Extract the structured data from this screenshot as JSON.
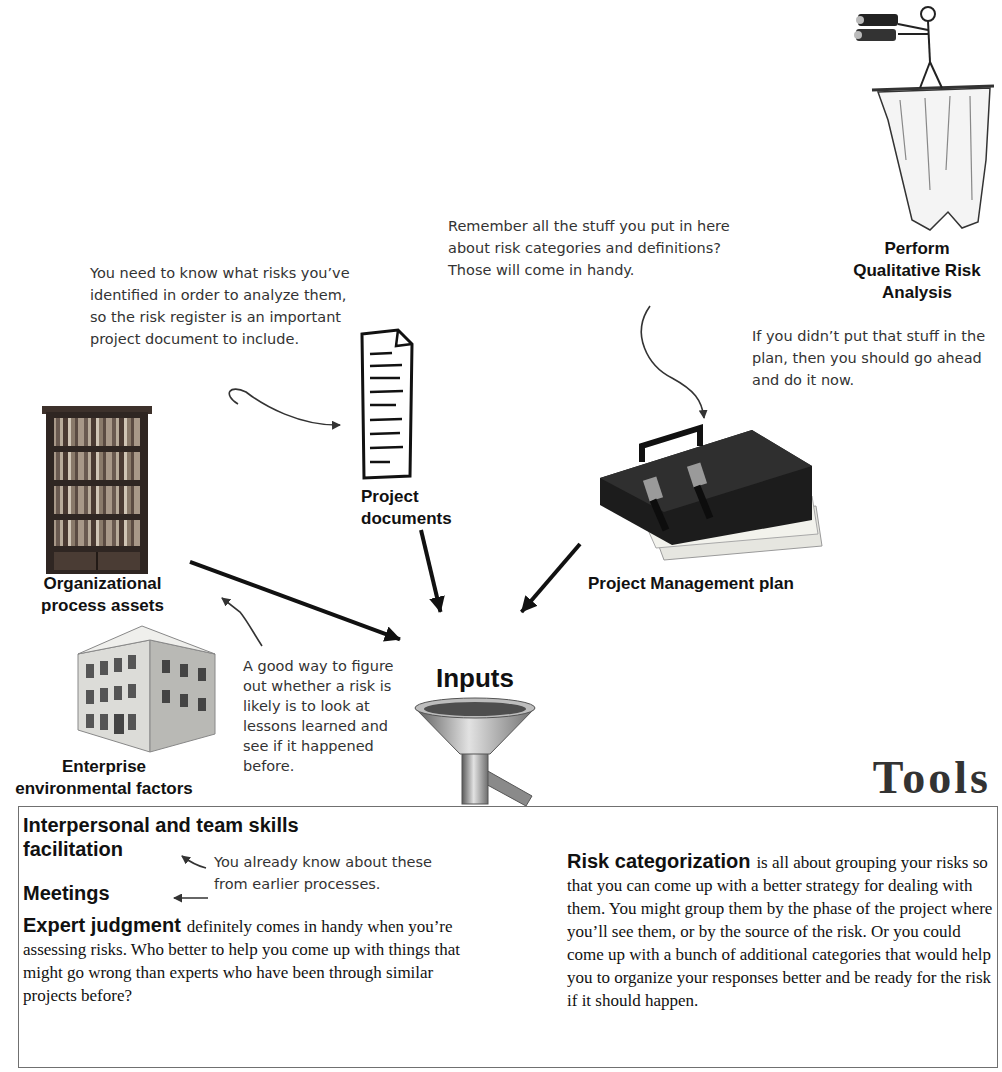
{
  "diagram": {
    "nodes": [
      {
        "text": [
          "Perform Qualitative Risk Analysis"
        ]
      },
      {
        "text": [
          "Project documents"
        ]
      },
      {
        "text": [
          "Project Management plan"
        ]
      },
      {
        "text": [
          "Organizational process assets"
        ]
      },
      {
        "text": [
          "Inputs"
        ]
      },
      {
        "text": [
          "Enterprise environmental factors"
        ]
      },
      {
        "text": [
          "Tools",
          "Interpersonal and team skills facilitation",
          "Meetings",
          "You already know about these from earlier processes.",
          "Expert judgment",
          "definitely comes in handy when you’re assessing risks. Who better to help you come up with things that might go wrong than experts who have been through similar projects before?",
          "Risk categorization",
          "is all about grouping your risks so that you can come up with a better strategy for dealing with them. You might group them by the phase of the project where you’ll see them, or by the source of the risk. Or you could come up with a bunch of additional categories that would help you to organize your responses better and be ready for the risk if it should happen."
        ]
      }
    ],
    "edges": [
      {
        "from": 1,
        "to": 4,
        "arrow": "to"
      },
      {
        "from": 2,
        "to": 4,
        "arrow": "to"
      },
      {
        "from": 3,
        "to": 4,
        "arrow": "to"
      }
    ],
    "labels": [
      "You need to know what risks you’ve identified in order to analyze them, so the risk register is an important project document to include.",
      "Remember all the stuff you put in here about risk categories and definitions? Those will come in handy.",
      "If you didn’t put that stuff in the plan, then you should go ahead and do it now.",
      "A good way to figure out whether a risk is likely is to look at lessons learned and see if it happened before."
    ]
  }
}
